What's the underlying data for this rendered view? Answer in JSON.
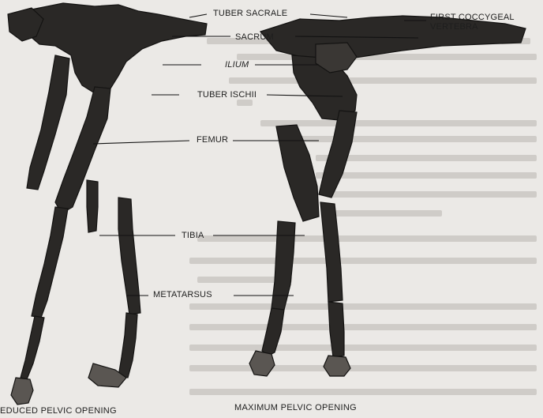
{
  "labels": {
    "tuber_sacrale": "TUBER SACRALE",
    "first_coccygeal_line1": "FIRST COCCYGEAL",
    "first_coccygeal_line2": "VERTEBRA",
    "sacrum": "SACRUM",
    "ilium": "ILIUM",
    "tuber_ischii": "TUBER ISCHII",
    "femur": "FEMUR",
    "tibia": "TIBIA",
    "metatarsus": "METATARSUS"
  },
  "captions": {
    "left": "EDUCED PELVIC OPENING",
    "right": "MAXIMUM PELVIC OPENING"
  },
  "colors": {
    "background": "#ebe9e6",
    "bone": "#2a2826",
    "bone_light": "#8a8580",
    "leader": "#111111"
  }
}
